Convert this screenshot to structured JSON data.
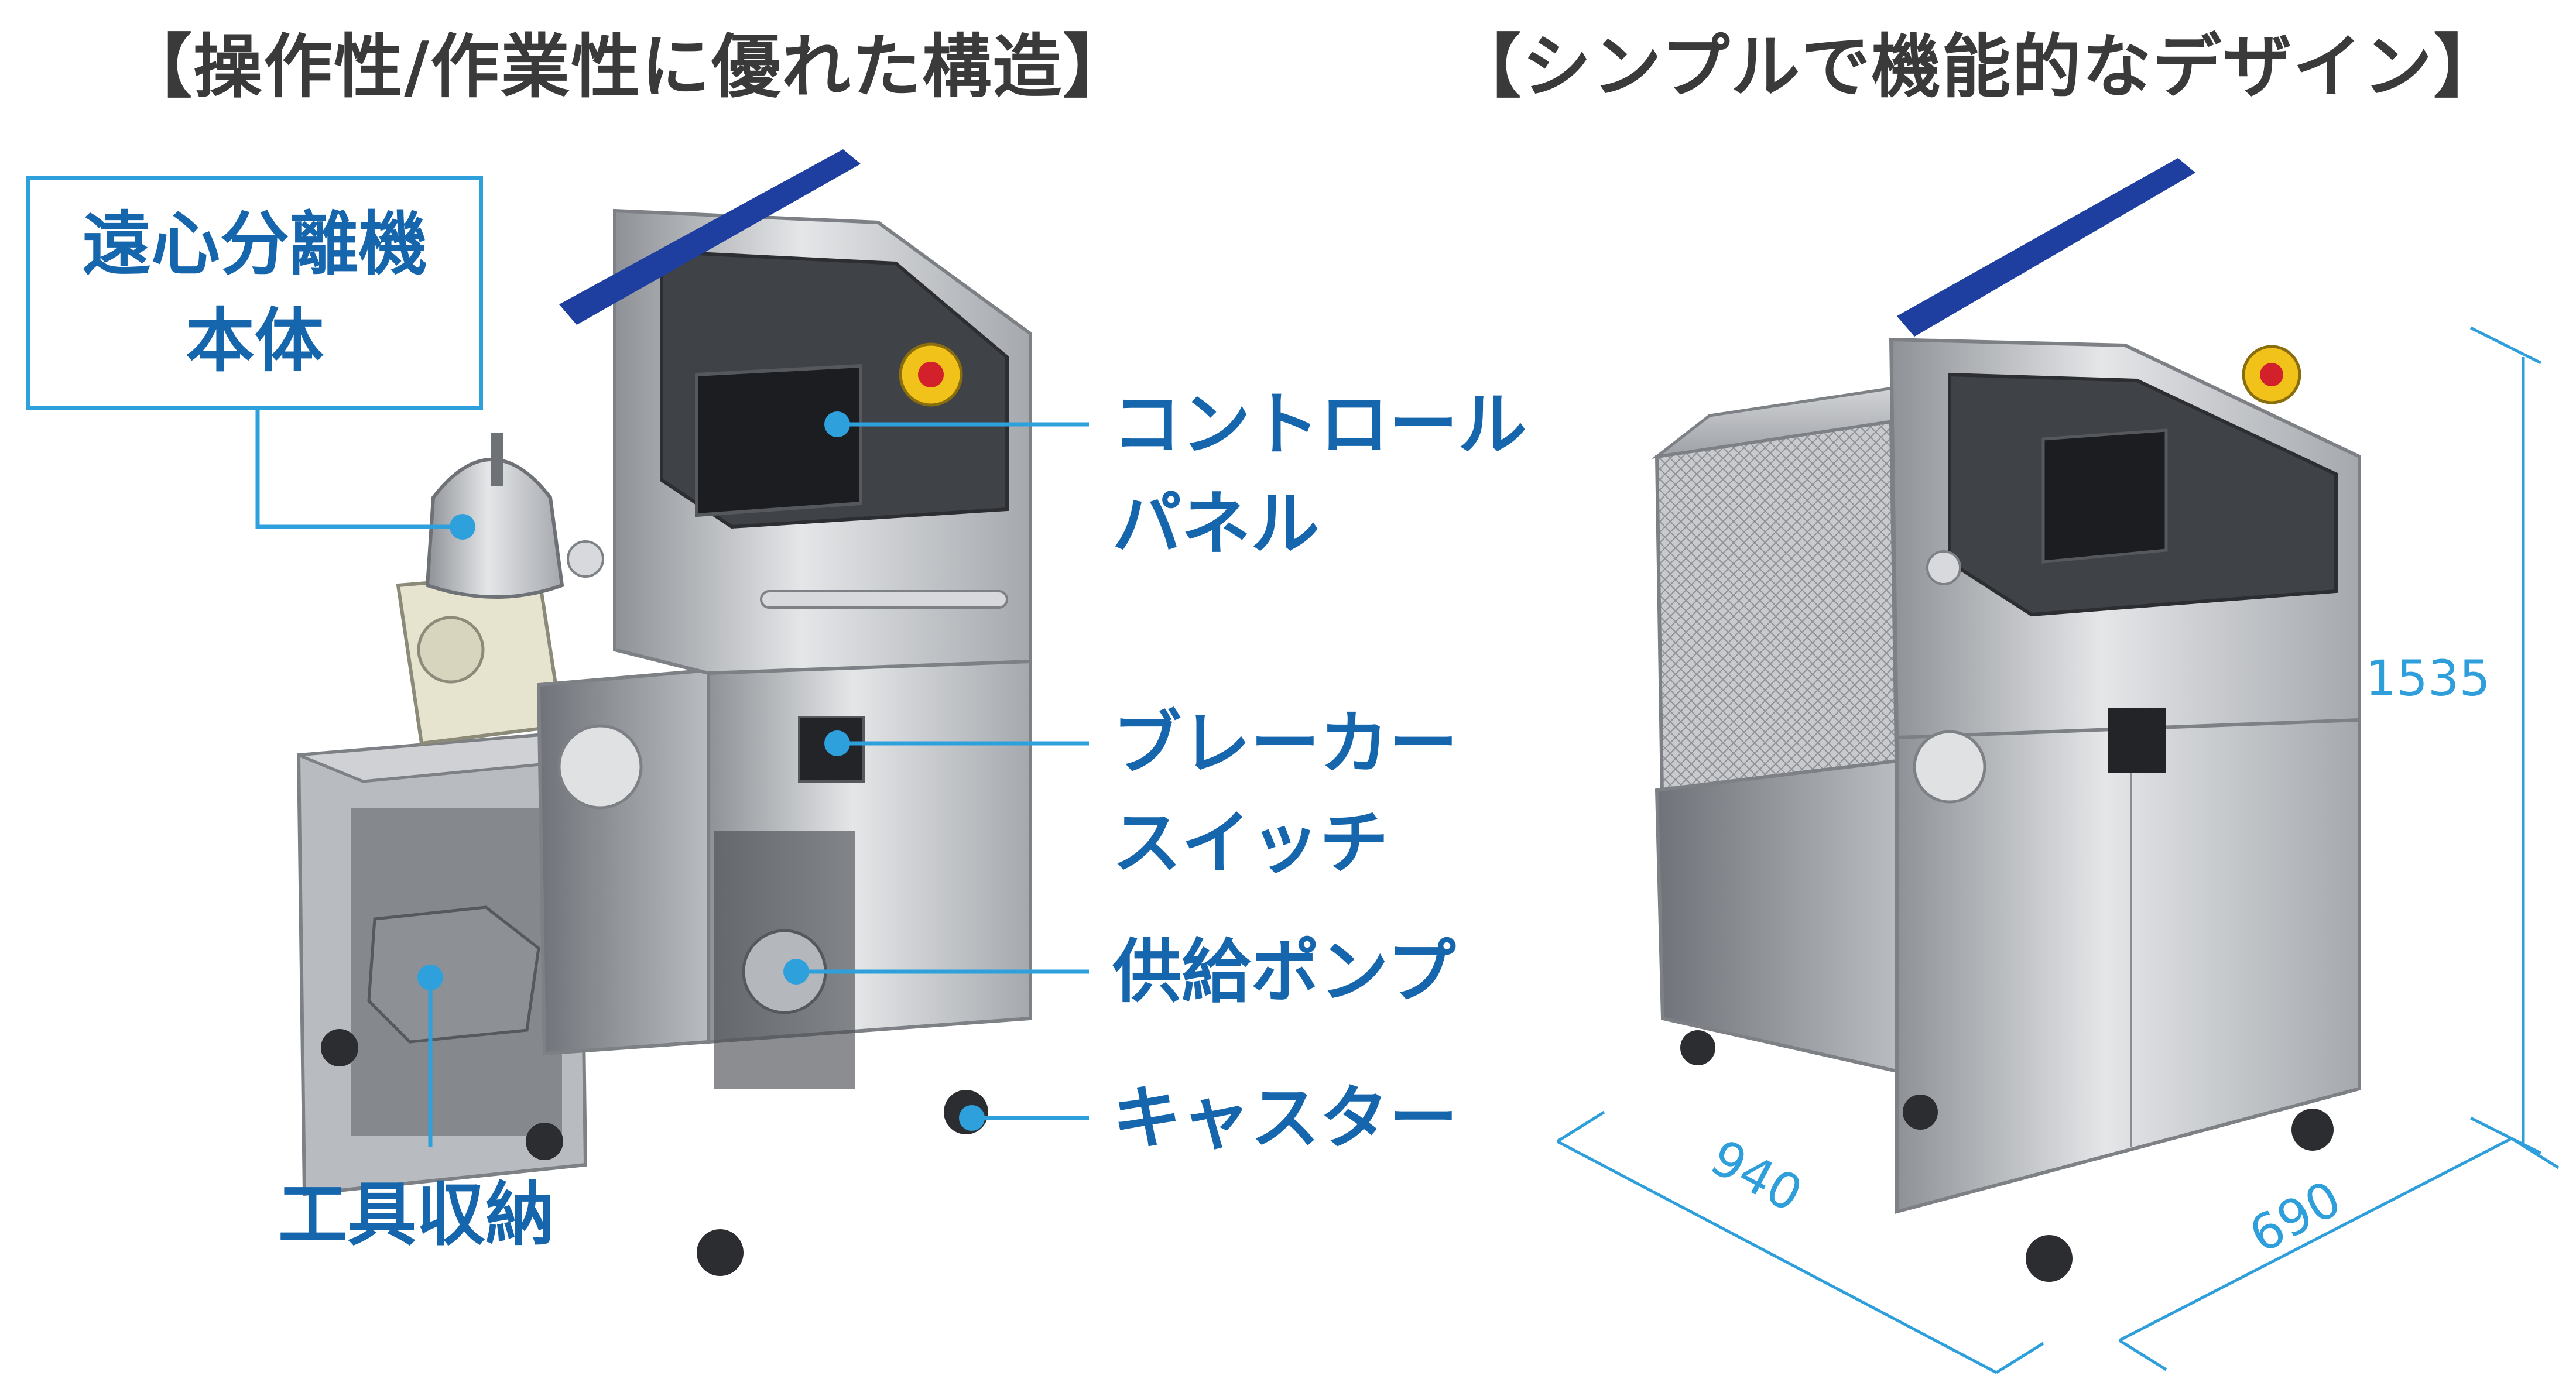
{
  "headings": {
    "left": "【操作性/作業性に優れた構造】",
    "right": "【シンプルで機能的なデザイン】"
  },
  "callouts": {
    "centrifuge": {
      "line1": "遠心分離機",
      "line2": "本体"
    },
    "control_panel": {
      "line1": "コントロール",
      "line2": "パネル"
    },
    "breaker": {
      "line1": "ブレーカー",
      "line2": "スイッチ"
    },
    "pump": "供給ポンプ",
    "caster": "キャスター",
    "tool_storage": "工具収納"
  },
  "dimensions": {
    "height": "1535",
    "width": "940",
    "depth": "690"
  },
  "colors": {
    "callout_text": "#1566ad",
    "leader_line": "#2ea1dc",
    "heading_text": "#3a3a3a",
    "dimension": "#2f9fdc"
  }
}
